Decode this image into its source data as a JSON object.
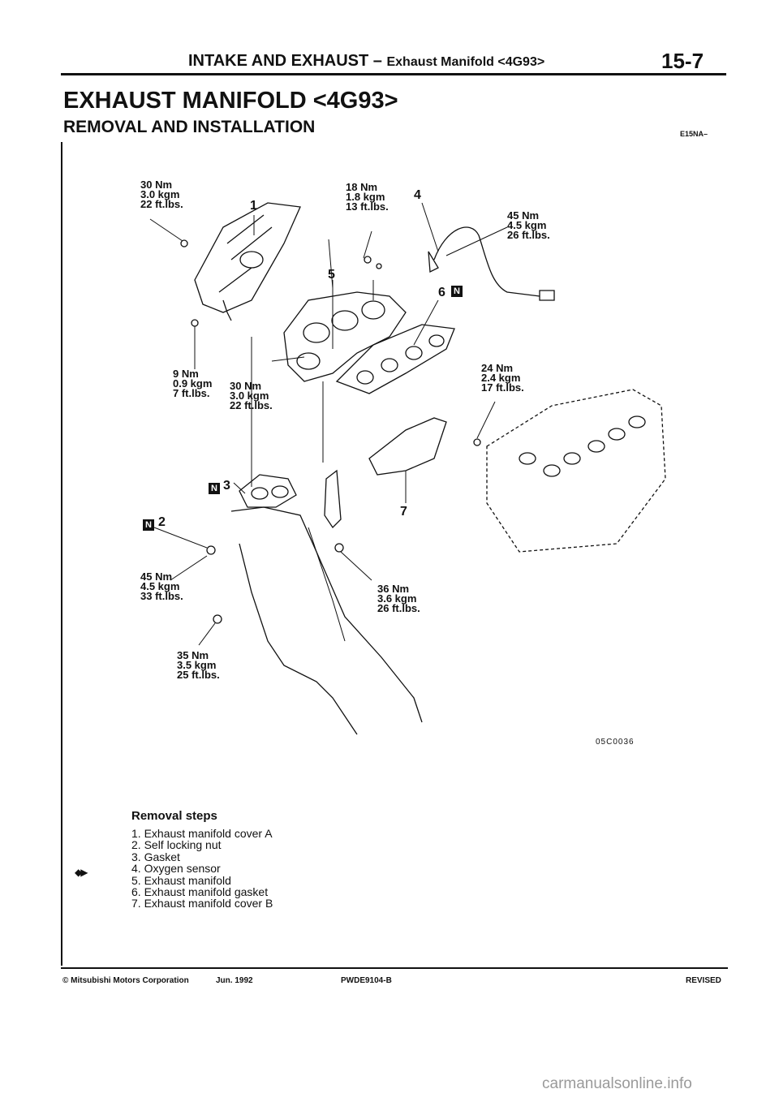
{
  "header": {
    "section": "INTAKE AND EXHAUST – ",
    "subsection": "Exhaust Manifold <4G93>",
    "page_number": "15-7"
  },
  "title": "EXHAUST MANIFOLD <4G93>",
  "subtitle": "REMOVAL AND INSTALLATION",
  "section_code": "E15NA–",
  "diagram": {
    "figure_number": "05C0036",
    "torques": [
      {
        "id": "t1",
        "text": "30 Nm\n3.0 kgm\n22 ft.lbs."
      },
      {
        "id": "t2",
        "text": "18 Nm\n1.8 kgm\n13 ft.lbs."
      },
      {
        "id": "t3",
        "text": "45 Nm\n4.5 kgm\n26 ft.lbs."
      },
      {
        "id": "t4",
        "text": "9 Nm\n0.9 kgm\n7 ft.lbs."
      },
      {
        "id": "t5",
        "text": "30 Nm\n3.0 kgm\n22 ft.lbs."
      },
      {
        "id": "t6",
        "text": "24 Nm\n2.4 kgm\n17 ft.lbs."
      },
      {
        "id": "t7",
        "text": "45 Nm\n4.5 kgm\n33 ft.lbs."
      },
      {
        "id": "t8",
        "text": "36 Nm\n3.6 kgm\n26 ft.lbs."
      },
      {
        "id": "t9",
        "text": "35 Nm\n3.5 kgm\n25 ft.lbs."
      }
    ],
    "callouts": [
      "1",
      "2",
      "3",
      "4",
      "5",
      "6",
      "7"
    ],
    "new_part_mark": "N"
  },
  "removal": {
    "title": "Removal steps",
    "steps": [
      "1. Exhaust manifold cover A",
      "2. Self locking nut",
      "3. Gasket",
      "4. Oxygen sensor",
      "5. Exhaust manifold",
      "6. Exhaust manifold gasket",
      "7. Exhaust manifold cover B"
    ],
    "special_mark": "◆▶"
  },
  "footer": {
    "copyright": "© Mitsubishi Motors Corporation",
    "date": "Jun. 1992",
    "doc_id": "PWDE9104-B",
    "status": "REVISED"
  },
  "watermark": "carmanualsonline.info"
}
